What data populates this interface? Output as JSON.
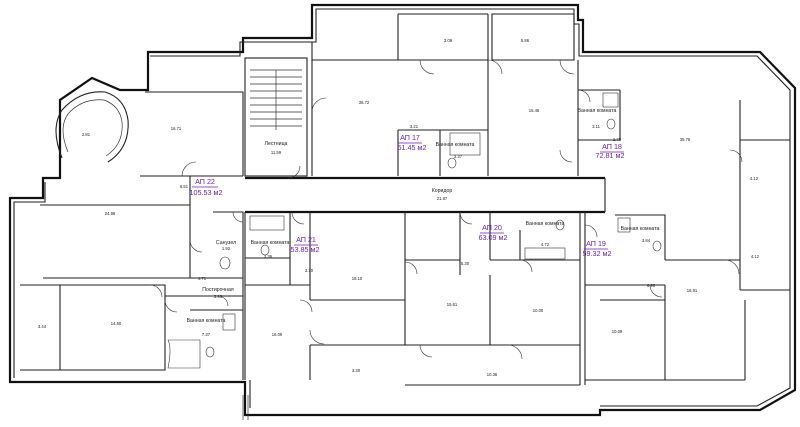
{
  "apartments": [
    {
      "id": "ap22",
      "label": "АП 22",
      "area": "105.53 м2"
    },
    {
      "id": "ap17",
      "label": "АП 17",
      "area": "51.45 м2"
    },
    {
      "id": "ap18",
      "label": "АП 18",
      "area": "72.81 м2"
    },
    {
      "id": "ap21",
      "label": "АП 21",
      "area": "53.85 м2"
    },
    {
      "id": "ap20",
      "label": "АП 20",
      "area": "63.09 м2"
    },
    {
      "id": "ap19",
      "label": "АП 19",
      "area": "59.32 м2"
    }
  ],
  "rooms": {
    "stair": "Лестница",
    "stair_area": "11.59",
    "corridor": "Коридор",
    "corridor_area": "21.87",
    "bath_ap17": "Ванная комната",
    "bath_ap17_area": "3.37",
    "bath_ap18": "Ванная комната",
    "bath_ap18_area": "3.11",
    "bath_ap21": "Ванная комната",
    "bath_ap21_area": "3.36",
    "bath_ap20_area": "4.72",
    "bath_ap20": "Ванная комната",
    "bath_ap19": "Ванная комната",
    "bath_ap19_area": "3.84",
    "wc_ap22": "Санузел",
    "wc_ap22_area": "1.92",
    "utility_ap22": "Постирочная",
    "utility_ap22_area": "3.93",
    "bath_ap22": "Ванная комната",
    "bath_ap22_area": "7.37"
  },
  "areas": [
    "3.09",
    "5.86",
    "36.72",
    "15.46",
    "16.71",
    "2.81",
    "6.51",
    "24.96",
    "3.21",
    "2.78",
    "35.76",
    "4.12",
    "4.12",
    "3.10",
    "18.10",
    "5.30",
    "15.61",
    "10.00",
    "4.71",
    "3.44",
    "14.50",
    "16.09",
    "3.30",
    "10.36",
    "6.96",
    "10.09",
    "18.91"
  ]
}
